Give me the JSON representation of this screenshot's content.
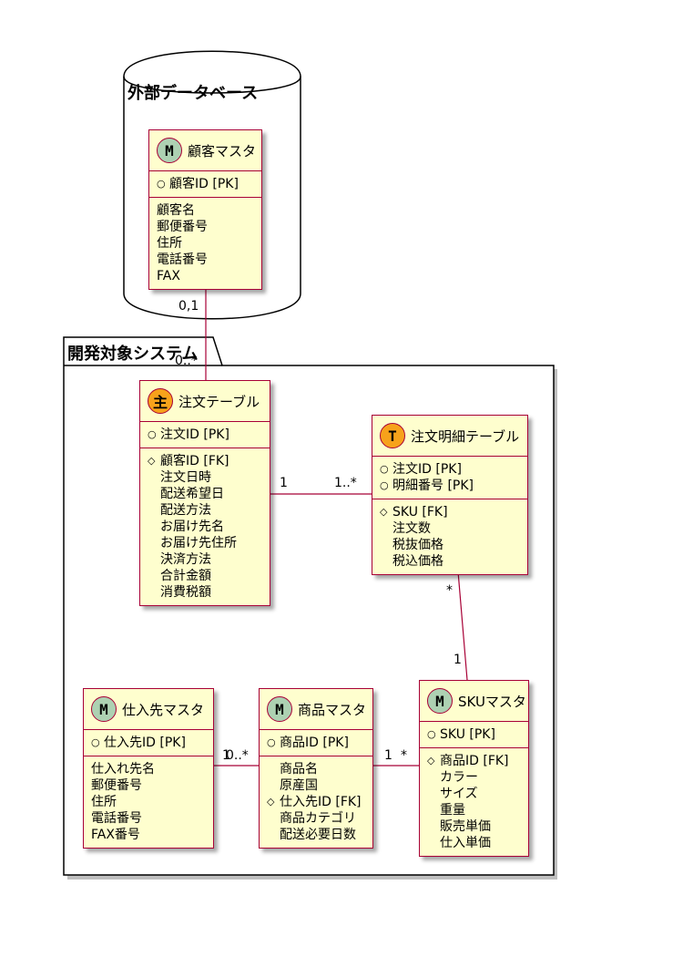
{
  "database": {
    "title": "外部データベース"
  },
  "package": {
    "title": "開発対象システム"
  },
  "entities": [
    {
      "name": "顧客マスタ",
      "badge": "M",
      "badge_color": "#ADD1B2",
      "keys": [
        {
          "marker": "○",
          "text": "顧客ID [PK]"
        }
      ],
      "attrs": [
        {
          "marker": "",
          "text": "顧客名"
        },
        {
          "marker": "",
          "text": "郵便番号"
        },
        {
          "marker": "",
          "text": "住所"
        },
        {
          "marker": "",
          "text": "電話番号"
        },
        {
          "marker": "",
          "text": "FAX"
        }
      ]
    },
    {
      "name": "注文テーブル",
      "badge": "主",
      "badge_color": "#F7A21B",
      "keys": [
        {
          "marker": "○",
          "text": "注文ID [PK]"
        }
      ],
      "attrs": [
        {
          "marker": "◇",
          "text": "顧客ID [FK]"
        },
        {
          "marker": "",
          "text": "注文日時"
        },
        {
          "marker": "",
          "text": "配送希望日"
        },
        {
          "marker": "",
          "text": "配送方法"
        },
        {
          "marker": "",
          "text": "お届け先名"
        },
        {
          "marker": "",
          "text": "お届け先住所"
        },
        {
          "marker": "",
          "text": "決済方法"
        },
        {
          "marker": "",
          "text": "合計金額"
        },
        {
          "marker": "",
          "text": "消費税額"
        }
      ]
    },
    {
      "name": "注文明細テーブル",
      "badge": "T",
      "badge_color": "#F7A21B",
      "keys": [
        {
          "marker": "○",
          "text": "注文ID [PK]"
        },
        {
          "marker": "○",
          "text": "明細番号 [PK]"
        }
      ],
      "attrs": [
        {
          "marker": "◇",
          "text": "SKU [FK]"
        },
        {
          "marker": "",
          "text": "注文数"
        },
        {
          "marker": "",
          "text": "税抜価格"
        },
        {
          "marker": "",
          "text": "税込価格"
        }
      ]
    },
    {
      "name": "仕入先マスタ",
      "badge": "M",
      "badge_color": "#ADD1B2",
      "keys": [
        {
          "marker": "○",
          "text": "仕入先ID [PK]"
        }
      ],
      "attrs": [
        {
          "marker": "",
          "text": "仕入れ先名"
        },
        {
          "marker": "",
          "text": "郵便番号"
        },
        {
          "marker": "",
          "text": "住所"
        },
        {
          "marker": "",
          "text": "電話番号"
        },
        {
          "marker": "",
          "text": "FAX番号"
        }
      ]
    },
    {
      "name": "商品マスタ",
      "badge": "M",
      "badge_color": "#ADD1B2",
      "keys": [
        {
          "marker": "○",
          "text": "商品ID [PK]"
        }
      ],
      "attrs": [
        {
          "marker": "",
          "text": "商品名"
        },
        {
          "marker": "",
          "text": "原産国"
        },
        {
          "marker": "◇",
          "text": "仕入先ID [FK]"
        },
        {
          "marker": "",
          "text": "商品カテゴリ"
        },
        {
          "marker": "",
          "text": "配送必要日数"
        }
      ]
    },
    {
      "name": "SKUマスタ",
      "badge": "M",
      "badge_color": "#ADD1B2",
      "keys": [
        {
          "marker": "○",
          "text": "SKU [PK]"
        }
      ],
      "attrs": [
        {
          "marker": "◇",
          "text": "商品ID [FK]"
        },
        {
          "marker": "",
          "text": "カラー"
        },
        {
          "marker": "",
          "text": "サイズ"
        },
        {
          "marker": "",
          "text": "重量"
        },
        {
          "marker": "",
          "text": "販売単価"
        },
        {
          "marker": "",
          "text": "仕入単価"
        }
      ]
    }
  ],
  "relations": [
    {
      "from": "顧客マスタ",
      "to": "注文テーブル",
      "from_card": "0,1",
      "to_card": "0..*"
    },
    {
      "from": "注文テーブル",
      "to": "注文明細テーブル",
      "from_card": "1",
      "to_card": "1..*"
    },
    {
      "from": "注文明細テーブル",
      "to": "SKUマスタ",
      "from_card": "*",
      "to_card": "1"
    },
    {
      "from": "商品マスタ",
      "to": "SKUマスタ",
      "from_card": "1",
      "to_card": "*"
    },
    {
      "from": "仕入先マスタ",
      "to": "商品マスタ",
      "from_card": "1",
      "to_card": "0..*"
    }
  ],
  "colors": {
    "entity_fill": "#FEFECE",
    "entity_border": "#A80036",
    "line": "#A80036"
  }
}
